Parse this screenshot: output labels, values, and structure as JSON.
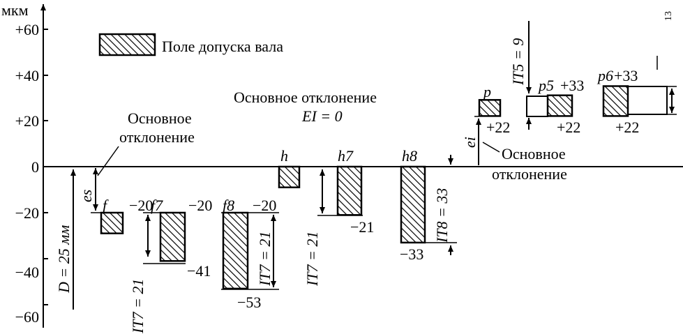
{
  "axis": {
    "unit": "мкм",
    "ticks": [
      "+60",
      "+40",
      "+20",
      "0",
      "−20",
      "−40",
      "−60"
    ]
  },
  "legend": {
    "label": "Поле допуска вала"
  },
  "annotations": {
    "main_deviation_left": [
      "Основное",
      "отклонение"
    ],
    "main_deviation_center": "Основное отклонение",
    "ei_equals_zero": "EI = 0",
    "main_deviation_right": [
      "Основное",
      "отклонение"
    ],
    "diameter": "D = 25 мм",
    "es": "es",
    "ei": "ei",
    "it5": "IT5 = 9",
    "it7_f7": "IT7 = 21",
    "it7_f8": "IT7 = 21",
    "it7_h7": "IT7 = 21",
    "it8_h8": "IT8 = 33",
    "corner_fragment": "13"
  },
  "zones": [
    {
      "id": "f",
      "name": "f",
      "upper": -20,
      "lower": -29,
      "upper_label": "−20",
      "lower_label": ""
    },
    {
      "id": "f7",
      "name": "f7",
      "upper": -20,
      "lower": -41,
      "upper_label": "−20",
      "lower_label": "−41"
    },
    {
      "id": "f8",
      "name": "f8",
      "upper": -20,
      "lower": -53,
      "upper_label": "−20",
      "lower_label": "−53"
    },
    {
      "id": "h",
      "name": "h",
      "upper": 0,
      "lower": -9,
      "upper_label": "",
      "lower_label": ""
    },
    {
      "id": "h7",
      "name": "h7",
      "upper": 0,
      "lower": -21,
      "upper_label": "",
      "lower_label": "−21"
    },
    {
      "id": "h8",
      "name": "h8",
      "upper": 0,
      "lower": -33,
      "upper_label": "",
      "lower_label": "−33"
    },
    {
      "id": "p",
      "name": "p",
      "upper": 29,
      "lower": 22,
      "upper_label": "",
      "lower_label": "+22"
    },
    {
      "id": "p5",
      "name": "p5",
      "upper": 31,
      "lower": 22,
      "upper_label": "+33",
      "lower_label": "+22"
    },
    {
      "id": "p6",
      "name": "p6",
      "upper": 35,
      "lower": 22,
      "upper_label": "+33",
      "lower_label": "+22"
    }
  ]
}
